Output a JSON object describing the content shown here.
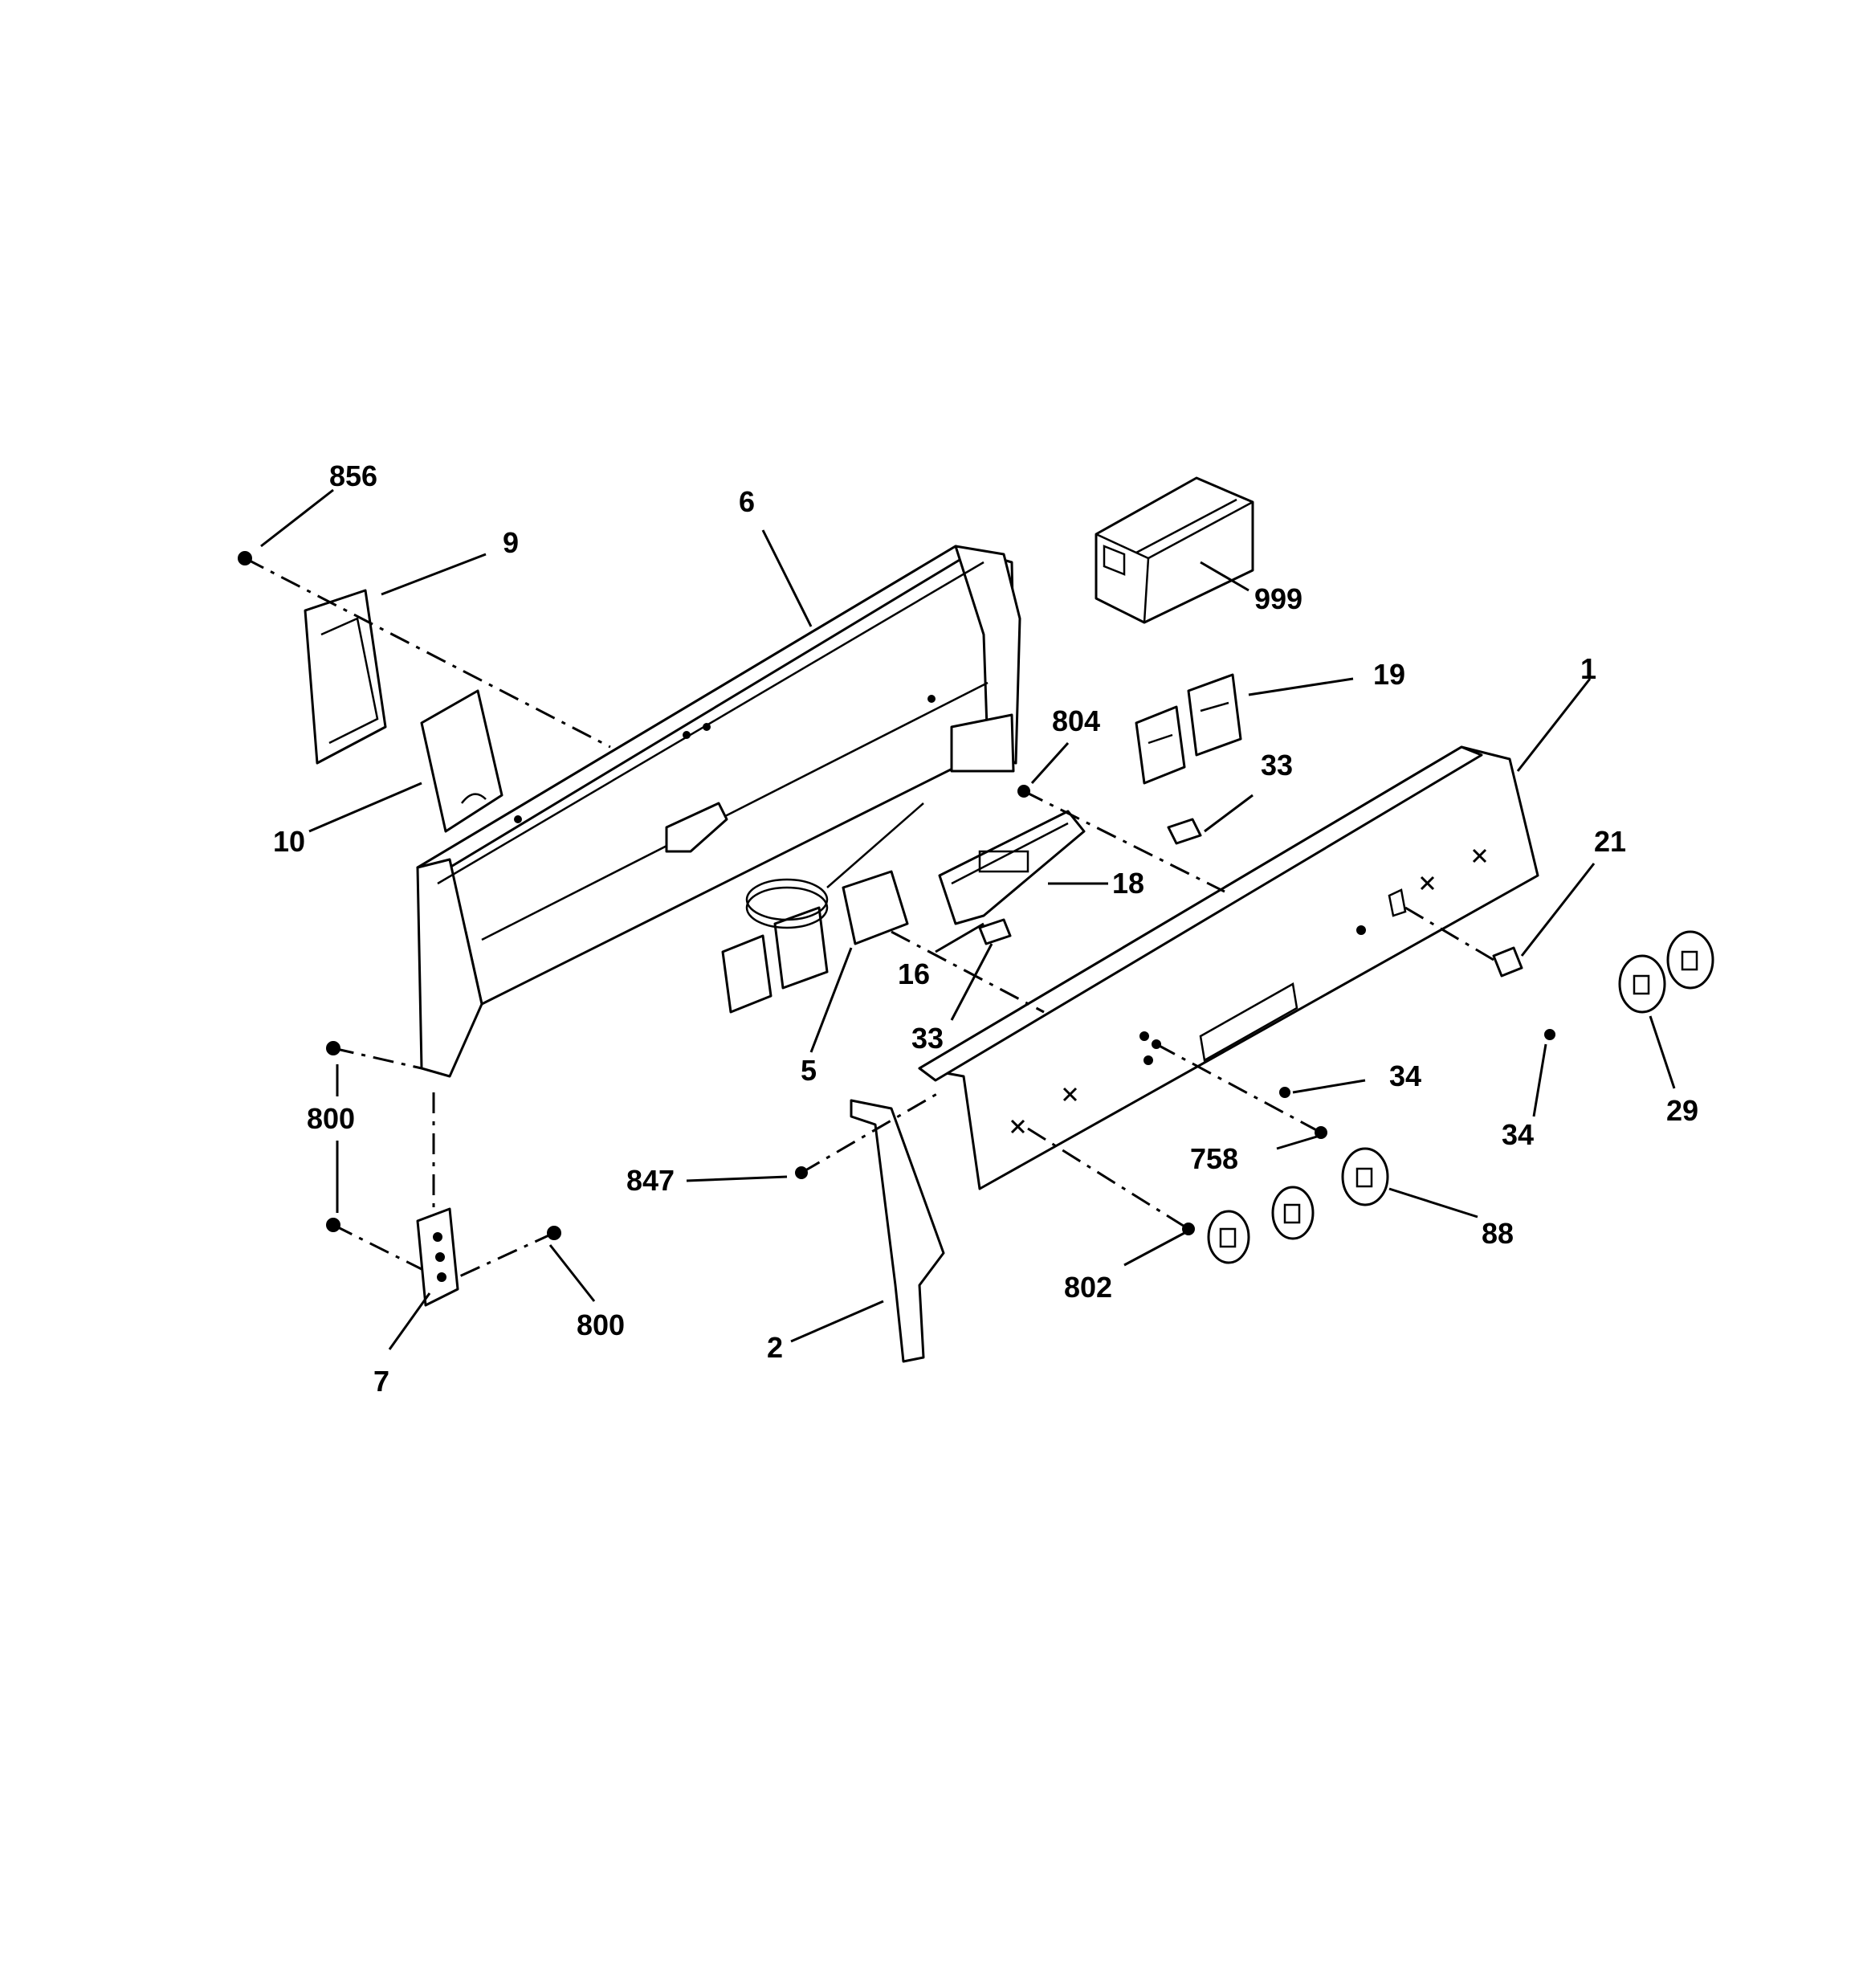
{
  "diagram": {
    "colors": {
      "line": "#000000",
      "background": "#ffffff"
    },
    "callouts": {
      "c856": "856",
      "c9": "9",
      "c6": "6",
      "c999": "999",
      "c19": "19",
      "c1": "1",
      "c804": "804",
      "c33a": "33",
      "c10": "10",
      "c18": "18",
      "c21": "21",
      "c16": "16",
      "c33b": "33",
      "c5": "5",
      "c34a": "34",
      "c800a": "800",
      "c34b": "34",
      "c29": "29",
      "c758": "758",
      "c847": "847",
      "c88": "88",
      "c802": "802",
      "c800b": "800",
      "c2": "2",
      "c7": "7"
    }
  }
}
